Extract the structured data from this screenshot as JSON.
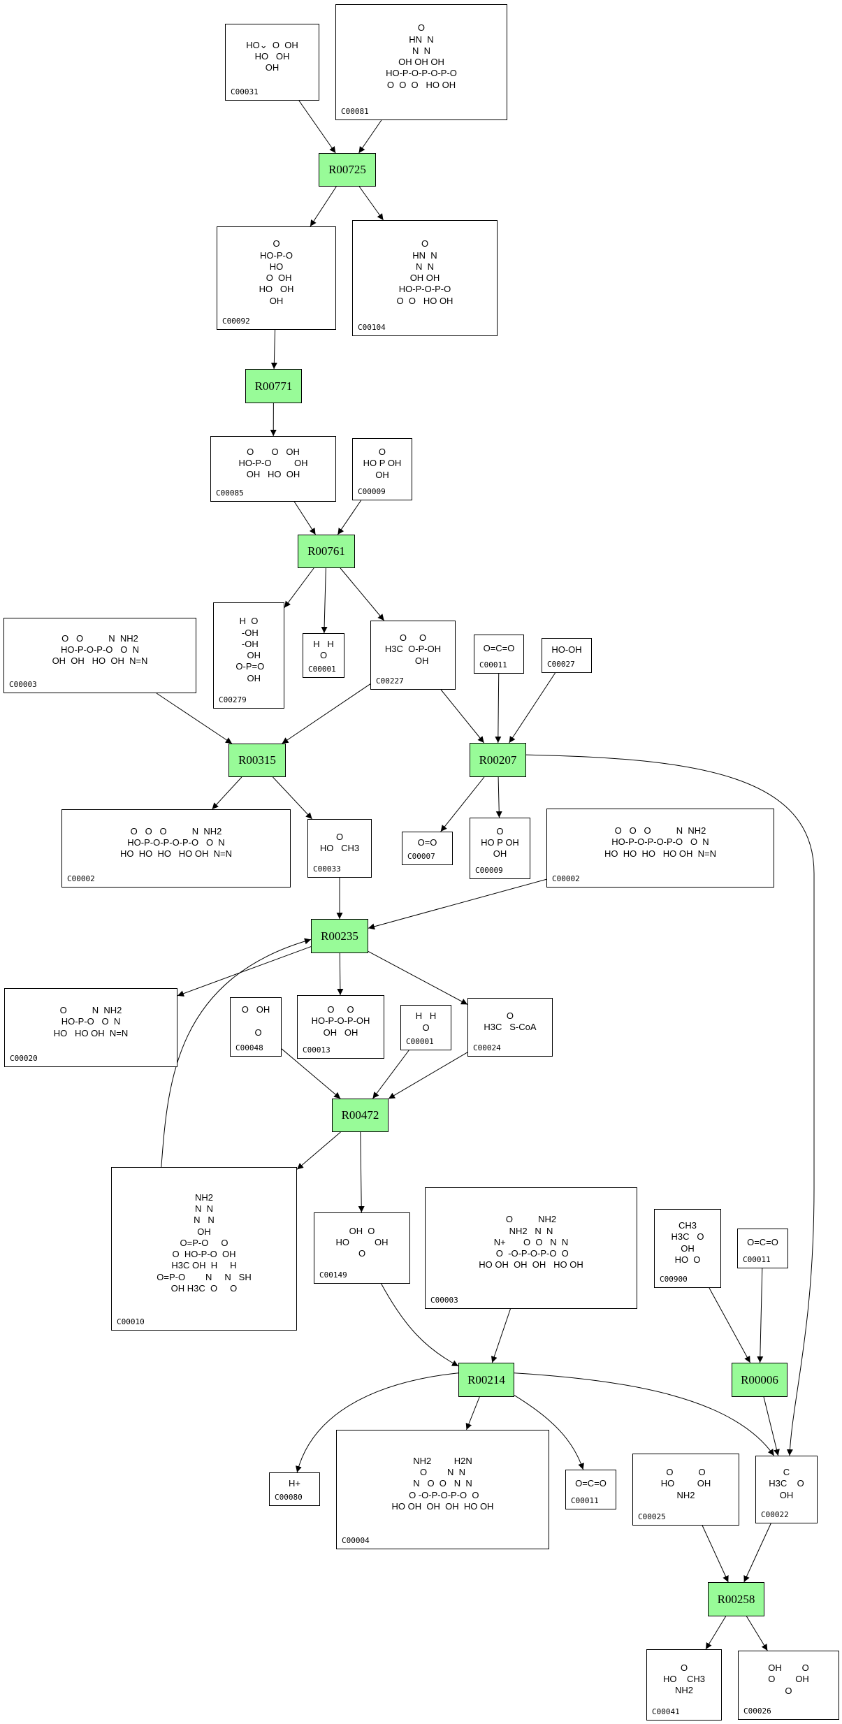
{
  "diagram": {
    "type": "metabolic-pathway",
    "colors": {
      "reaction_fill": "#98FB98",
      "border": "#000000",
      "background": "#FFFFFF"
    },
    "reactions": [
      {
        "id": "R00725"
      },
      {
        "id": "R00771"
      },
      {
        "id": "R00761"
      },
      {
        "id": "R00315"
      },
      {
        "id": "R00207"
      },
      {
        "id": "R00235"
      },
      {
        "id": "R00472"
      },
      {
        "id": "R00214"
      },
      {
        "id": "R00006"
      },
      {
        "id": "R00258"
      }
    ],
    "compounds": [
      {
        "key": "c00031",
        "id": "C00031",
        "structure": "HO⌄  O  OH\nHO   OH\nOH"
      },
      {
        "key": "c00081",
        "id": "C00081",
        "structure": "O\nHN  N\nN  N\nOH OH OH\nHO-P-O-P-O-P-O\nO  O  O   HO OH"
      },
      {
        "key": "c00092",
        "id": "C00092",
        "structure": "O\nHO-P-O\nHO\n  O  OH\nHO   OH\nOH"
      },
      {
        "key": "c00104",
        "id": "C00104",
        "structure": "O\nHN  N\nN  N\nOH OH\nHO-P-O-P-O\nO  O   HO OH"
      },
      {
        "key": "c00085",
        "id": "C00085",
        "structure": "O       O   OH\nHO-P-O         OH\nOH   HO  OH"
      },
      {
        "key": "c00009a",
        "id": "C00009",
        "structure": "O\nHO P OH\nOH"
      },
      {
        "key": "c00279",
        "id": "C00279",
        "structure": "H  O\n -OH\n -OH\n    OH\n O-P=O\n    OH"
      },
      {
        "key": "c00001a",
        "id": "C00001",
        "structure": "H   H\nO"
      },
      {
        "key": "c00227",
        "id": "C00227",
        "structure": "O     O\nH3C  O-P-OH\n       OH"
      },
      {
        "key": "c00011a",
        "id": "C00011",
        "structure": "O=C=O"
      },
      {
        "key": "c00027",
        "id": "C00027",
        "structure": "HO-OH"
      },
      {
        "key": "c00008",
        "id": "C00003",
        "structure": "O   O          N  NH2\nHO-P-O-P-O   O  N\nOH  OH   HO  OH  N=N"
      },
      {
        "key": "c00002a",
        "id": "C00002",
        "structure": "O   O   O          N  NH2\nHO-P-O-P-O-P-O   O  N\nHO  HO  HO   HO OH  N=N"
      },
      {
        "key": "c00033",
        "id": "C00033",
        "structure": "O\nHO   CH3"
      },
      {
        "key": "c00007",
        "id": "C00007",
        "structure": "O=O"
      },
      {
        "key": "c00009b",
        "id": "C00009",
        "structure": "O\nHO P OH\nOH"
      },
      {
        "key": "c00002b",
        "id": "C00002",
        "structure": "O   O   O          N  NH2\nHO-P-O-P-O-P-O   O  N\nHO  HO  HO   HO OH  N=N"
      },
      {
        "key": "c00020",
        "id": "C00020",
        "structure": "O          N  NH2\nHO-P-O   O  N\nHO   HO OH  N=N"
      },
      {
        "key": "c00048",
        "id": "C00048",
        "structure": "O   OH\n\n  O"
      },
      {
        "key": "c00013",
        "id": "C00013",
        "structure": "O     O\nHO-P-O-P-OH\nOH   OH"
      },
      {
        "key": "c00001b",
        "id": "C00001",
        "structure": "H   H\nO"
      },
      {
        "key": "c00024",
        "id": "C00024",
        "structure": "O\nH3C   S-CoA"
      },
      {
        "key": "c00010",
        "id": "C00010",
        "structure": "NH2\nN  N\nN   N\nOH\nO=P-O     O\nO  HO-P-O  OH\nH3C OH  H     H\nO=P-O        N     N   SH\nOH H3C  O     O"
      },
      {
        "key": "c00149",
        "id": "C00149",
        "structure": "OH  O\nHO          OH\nO"
      },
      {
        "key": "c00003",
        "id": "C00003",
        "structure": "O          NH2\nNH2   N  N\nN+       O  O   N  N\n O  -O-P-O-P-O  O\nHO OH  OH  OH   HO OH"
      },
      {
        "key": "c00900",
        "id": "C00900",
        "structure": "CH3\nH3C   O\nOH\nHO  O"
      },
      {
        "key": "c00011b",
        "id": "C00011",
        "structure": "O=C=O"
      },
      {
        "key": "c00080",
        "id": "C00080",
        "structure": "H+"
      },
      {
        "key": "c00004",
        "id": "C00004",
        "structure": "NH2         H2N\nO        N  N\nN   O  O   N  N\n O -O-P-O-P-O  O\nHO OH  OH  OH  HO OH"
      },
      {
        "key": "c00011c",
        "id": "C00011",
        "structure": "O=C=O"
      },
      {
        "key": "c00025",
        "id": "C00025",
        "structure": "O          O\nHO         OH\nNH2"
      },
      {
        "key": "c00022",
        "id": "C00022",
        "structure": "C\nH3C    O\nOH"
      },
      {
        "key": "c00041",
        "id": "C00041",
        "structure": "O\nHO    CH3\nNH2"
      },
      {
        "key": "c00026",
        "id": "C00026",
        "structure": "OH        O\nO        OH\nO"
      }
    ],
    "edges": [
      [
        "c00031",
        "R00725"
      ],
      [
        "c00081",
        "R00725"
      ],
      [
        "R00725",
        "c00092"
      ],
      [
        "R00725",
        "c00104"
      ],
      [
        "c00092",
        "R00771"
      ],
      [
        "R00771",
        "c00085"
      ],
      [
        "c00085",
        "R00761"
      ],
      [
        "c00009a",
        "R00761"
      ],
      [
        "R00761",
        "c00279"
      ],
      [
        "R00761",
        "c00001a"
      ],
      [
        "R00761",
        "c00227"
      ],
      [
        "c00008",
        "R00315"
      ],
      [
        "c00227",
        "R00315"
      ],
      [
        "R00315",
        "c00002a"
      ],
      [
        "R00315",
        "c00033"
      ],
      [
        "c00227",
        "R00207"
      ],
      [
        "c00011a",
        "R00207"
      ],
      [
        "c00027",
        "R00207"
      ],
      [
        "R00207",
        "c00007"
      ],
      [
        "R00207",
        "c00009b"
      ],
      [
        "R00207",
        "c00022"
      ],
      [
        "c00033",
        "R00235"
      ],
      [
        "c00002b",
        "R00235"
      ],
      [
        "c00010",
        "R00235"
      ],
      [
        "R00235",
        "c00020"
      ],
      [
        "R00235",
        "c00013"
      ],
      [
        "R00235",
        "c00024"
      ],
      [
        "c00048",
        "R00472"
      ],
      [
        "c00001b",
        "R00472"
      ],
      [
        "c00024",
        "R00472"
      ],
      [
        "R00472",
        "c00010"
      ],
      [
        "R00472",
        "c00149"
      ],
      [
        "c00149",
        "R00214"
      ],
      [
        "c00003",
        "R00214"
      ],
      [
        "R00214",
        "c00080"
      ],
      [
        "R00214",
        "c00004"
      ],
      [
        "R00214",
        "c00011c"
      ],
      [
        "R00214",
        "c00022"
      ],
      [
        "c00900",
        "R00006"
      ],
      [
        "c00011b",
        "R00006"
      ],
      [
        "R00006",
        "c00022"
      ],
      [
        "c00025",
        "R00258"
      ],
      [
        "c00022",
        "R00258"
      ],
      [
        "R00258",
        "c00041"
      ],
      [
        "R00258",
        "c00026"
      ]
    ]
  }
}
